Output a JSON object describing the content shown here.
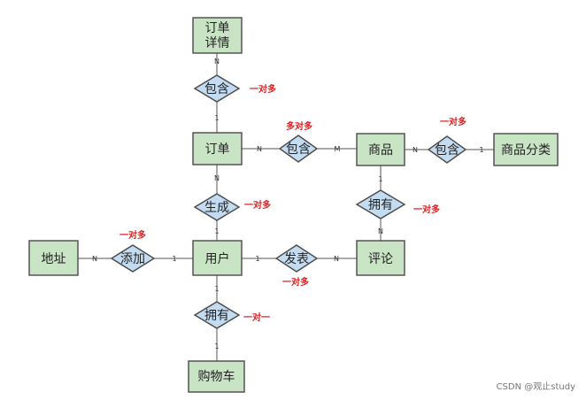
{
  "entities": {
    "order_detail": {
      "line1": "订单",
      "line2": "详情"
    },
    "order": "订单",
    "product": "商品",
    "category": "商品分类",
    "user": "用户",
    "address": "地址",
    "review": "评论",
    "cart": "购物车"
  },
  "relationships": {
    "order_detail_contains": "包含",
    "order_product_contains": "包含",
    "product_category_contains": "包含",
    "generates": "生成",
    "product_has": "拥有",
    "adds": "添加",
    "publishes": "发表",
    "user_has": "拥有"
  },
  "cardinalities": {
    "order_detail_N": "N",
    "order_1_top": "1",
    "order_N_right": "N",
    "product_M_left": "M",
    "product_N_right": "N",
    "category_1": "1",
    "order_N_bottom": "N",
    "user_1_top": "1",
    "product_1_bottom": "1",
    "review_N_top": "N",
    "address_N": "N",
    "user_1_left": "1",
    "user_1_right": "1",
    "review_N_left": "N",
    "user_1_bottom": "1",
    "cart_1": "1"
  },
  "notes": {
    "order_detail_contains": "一对多",
    "order_product_contains": "多对多",
    "product_category_contains": "一对多",
    "generates": "一对多",
    "product_has": "一对多",
    "adds": "一对多",
    "publishes": "一对多",
    "user_has": "一对一"
  },
  "watermark": "CSDN @观止study",
  "colors": {
    "entity_fill": "#c9e3c5",
    "relationship_fill": "#c3dcf2",
    "note_color": "#e02020"
  }
}
